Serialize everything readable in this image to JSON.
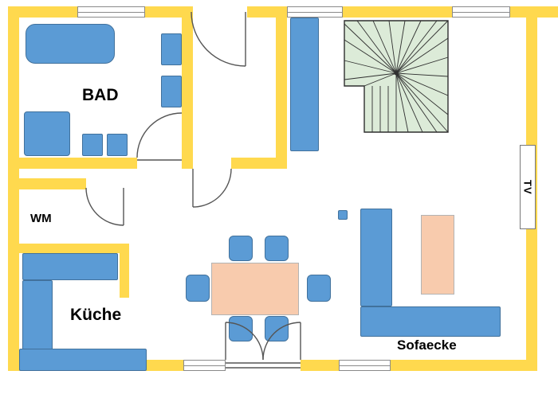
{
  "plan": {
    "labels": {
      "bathroom": "BAD",
      "washing_machine": "WM",
      "kitchen": "Küche",
      "sofa_corner": "Sofaecke",
      "tv": "TV"
    }
  },
  "colors": {
    "background": "#FFFFFF",
    "wall": "#FFD94E",
    "furniture": "#5B9BD5",
    "furniture_border": "#41719C",
    "table": "#F8CBAD",
    "table_border": "#B3B3B3",
    "stairs": "#DCEBD8",
    "line": "#555555",
    "outline": "#2F2F2F",
    "text": "#000000"
  }
}
